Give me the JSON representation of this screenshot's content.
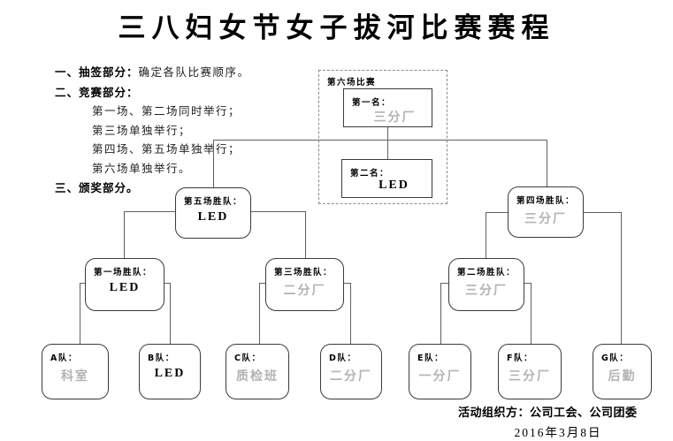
{
  "title": "三八妇女节女子拔河比赛赛程",
  "notes": {
    "item1_label": "一、抽签部分：",
    "item1_text": "确定各队比赛顺序。",
    "item2_label": "二、竞赛部分：",
    "item2_lines": [
      "第一场、第二场同时举行；",
      "第三场单独举行；",
      "第四场、第五场单独举行；",
      "第六场单独举行。"
    ],
    "item3_label": "三、颁奖部分。"
  },
  "final": {
    "group_label": "第六场比赛",
    "first_place": {
      "label": "第一名：",
      "team": "三分厂",
      "color": "#b3b3b3"
    },
    "second_place": {
      "label": "第二名：",
      "team": "LED",
      "color": "#000000"
    }
  },
  "semifinals": [
    {
      "label": "第五场胜队：",
      "team": "LED",
      "color": "#000000"
    },
    {
      "label": "第四场胜队：",
      "team": "三分厂",
      "color": "#b3b3b3"
    }
  ],
  "round1": [
    {
      "label": "第一场胜队：",
      "team": "LED",
      "color": "#000000"
    },
    {
      "label": "第三场胜队：",
      "team": "二分厂",
      "color": "#b3b3b3"
    },
    {
      "label": "第二场胜队：",
      "team": "三分厂",
      "color": "#b3b3b3"
    }
  ],
  "teams": [
    {
      "label": "A队：",
      "name": "科室",
      "color": "#b3b3b3"
    },
    {
      "label": "B队：",
      "name": "LED",
      "color": "#000000"
    },
    {
      "label": "C队：",
      "name": "质检班",
      "color": "#b3b3b3"
    },
    {
      "label": "D队：",
      "name": "二分厂",
      "color": "#b3b3b3"
    },
    {
      "label": "E队：",
      "name": "一分厂",
      "color": "#b3b3b3"
    },
    {
      "label": "F队：",
      "name": "三分厂",
      "color": "#b3b3b3"
    },
    {
      "label": "G队：",
      "name": "后勤",
      "color": "#b3b3b3"
    }
  ],
  "footer": {
    "organizer_label": "活动组织方：",
    "organizer": "公司工会、公司团委",
    "date": "2016年3月8日"
  },
  "colors": {
    "connector_line": "#606060",
    "box_border": "#3a3a3a",
    "dashed_border": "#8a8a8a",
    "muted_team_text": "#b3b3b3",
    "text": "#000000",
    "background": "#ffffff"
  }
}
